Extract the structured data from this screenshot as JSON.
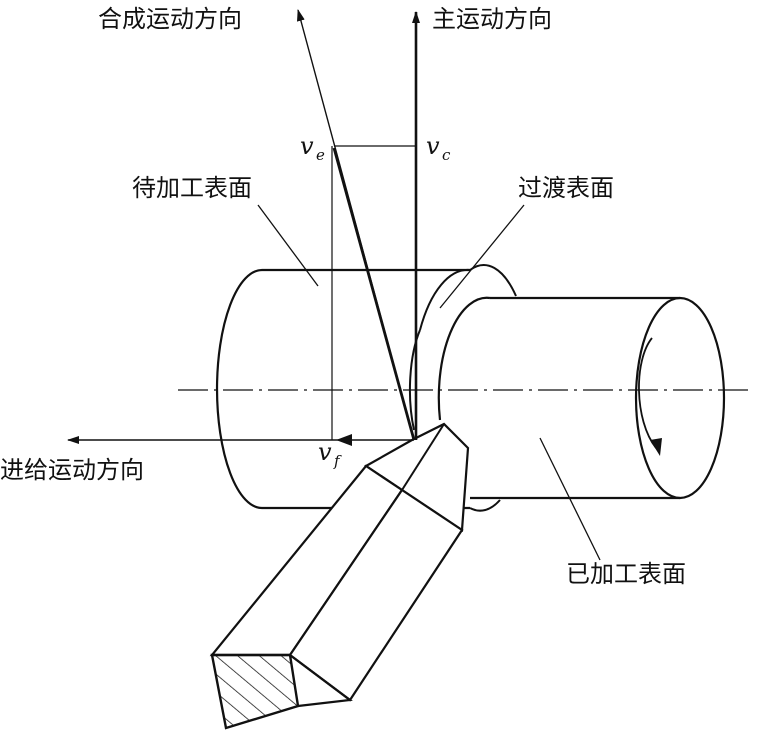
{
  "labels": {
    "resultant_direction": "合成运动方向",
    "main_direction": "主运动方向",
    "feed_direction": "进给运动方向",
    "surface_to_machine": "待加工表面",
    "transition_surface": "过渡表面",
    "machined_surface": "已加工表面"
  },
  "vectors": {
    "ve_symbol": "v",
    "ve_sub": "e",
    "vc_symbol": "v",
    "vc_sub": "c",
    "vf_symbol": "v",
    "vf_sub": "f"
  }
}
